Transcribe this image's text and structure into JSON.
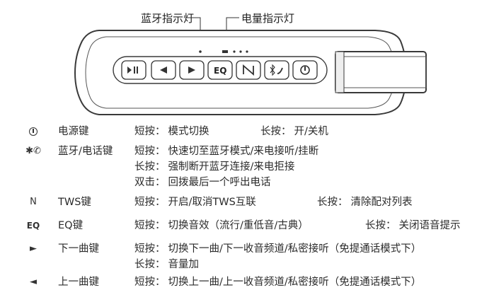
{
  "callouts": {
    "bluetooth_indicator": "蓝牙指示灯",
    "battery_indicator": "电量指示灯"
  },
  "device": {
    "buttons": [
      {
        "name": "play-pause",
        "glyph": "▶II"
      },
      {
        "name": "previous",
        "glyph": "◀"
      },
      {
        "name": "next",
        "glyph": "▶"
      },
      {
        "name": "eq",
        "glyph": "EQ"
      },
      {
        "name": "tws",
        "glyph": "N"
      },
      {
        "name": "bt-phone",
        "glyph": "✱✆"
      },
      {
        "name": "power",
        "glyph": "⏻"
      }
    ]
  },
  "legend": [
    {
      "key": "power",
      "icon": "power-icon",
      "name": "电源键",
      "lines": [
        [
          {
            "label": "短按：",
            "text": "模式切换"
          },
          {
            "label": "长按：",
            "text": "开/关机"
          }
        ]
      ]
    },
    {
      "key": "bluetooth-phone",
      "icon": "✱✆",
      "name": "蓝牙/电话键",
      "lines": [
        [
          {
            "label": "短按：",
            "text": "快速切至蓝牙模式/来电接听/挂断"
          }
        ],
        [
          {
            "label": "长按：",
            "text": "强制断开蓝牙连接/来电拒接"
          }
        ],
        [
          {
            "label": "双击：",
            "text": "回拨最后一个呼出电话"
          }
        ]
      ]
    },
    {
      "key": "tws",
      "icon": "N",
      "name": "TWS键",
      "lines": [
        [
          {
            "label": "短按：",
            "text": "开启/取消TWS互联"
          },
          {
            "label": "长按：",
            "text": "清除配对列表"
          }
        ]
      ]
    },
    {
      "key": "eq",
      "icon": "EQ",
      "name": "EQ键",
      "lines": [
        [
          {
            "label": "短按：",
            "text": "切换音效（流行/重低音/古典）"
          },
          {
            "label": "长按：",
            "text": "关闭语音提示"
          }
        ]
      ]
    },
    {
      "key": "next-track",
      "icon": "►",
      "name": "下一曲键",
      "lines": [
        [
          {
            "label": "短按：",
            "text": "切换下一曲/下一收音频道/私密接听（免提通话模式下）"
          }
        ],
        [
          {
            "label": "长按：",
            "text": "音量加"
          }
        ]
      ]
    },
    {
      "key": "prev-track",
      "icon": "◄",
      "name": "上一曲键",
      "lines": [
        [
          {
            "label": "短按：",
            "text": "切换上一曲/上一收音频道/私密接听（免提通话模式下）"
          }
        ]
      ]
    }
  ],
  "colors": {
    "line": "#3a3a3a",
    "text": "#2b2b2b",
    "body_fill": "#ffffff"
  }
}
